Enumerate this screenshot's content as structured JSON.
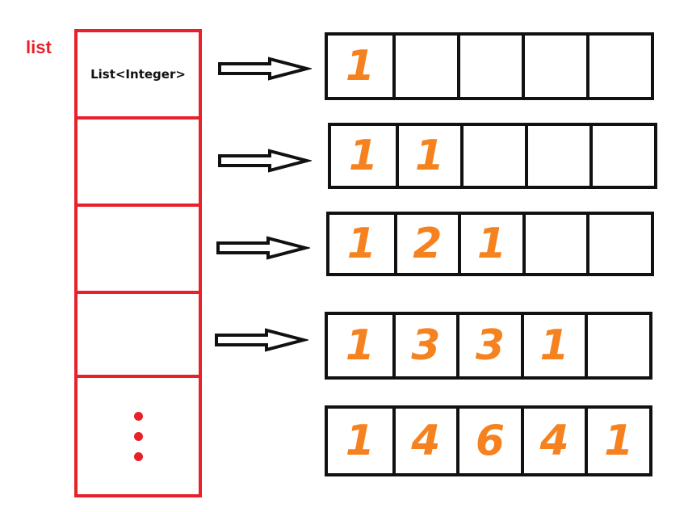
{
  "list_label": "list",
  "first_cell_text": "List<Integer>",
  "colors": {
    "list": "#e8202a",
    "numbers": "#f5821f",
    "outline": "#111111"
  },
  "rows": [
    [
      "1",
      "",
      "",
      "",
      ""
    ],
    [
      "1",
      "1",
      "",
      "",
      ""
    ],
    [
      "1",
      "2",
      "1",
      "",
      ""
    ],
    [
      "1",
      "3",
      "3",
      "1",
      ""
    ],
    [
      "1",
      "4",
      "6",
      "4",
      "1"
    ]
  ],
  "icons": {
    "arrow": "arrow-right-outline-icon",
    "ellipsis": "vertical-ellipsis-icon"
  }
}
